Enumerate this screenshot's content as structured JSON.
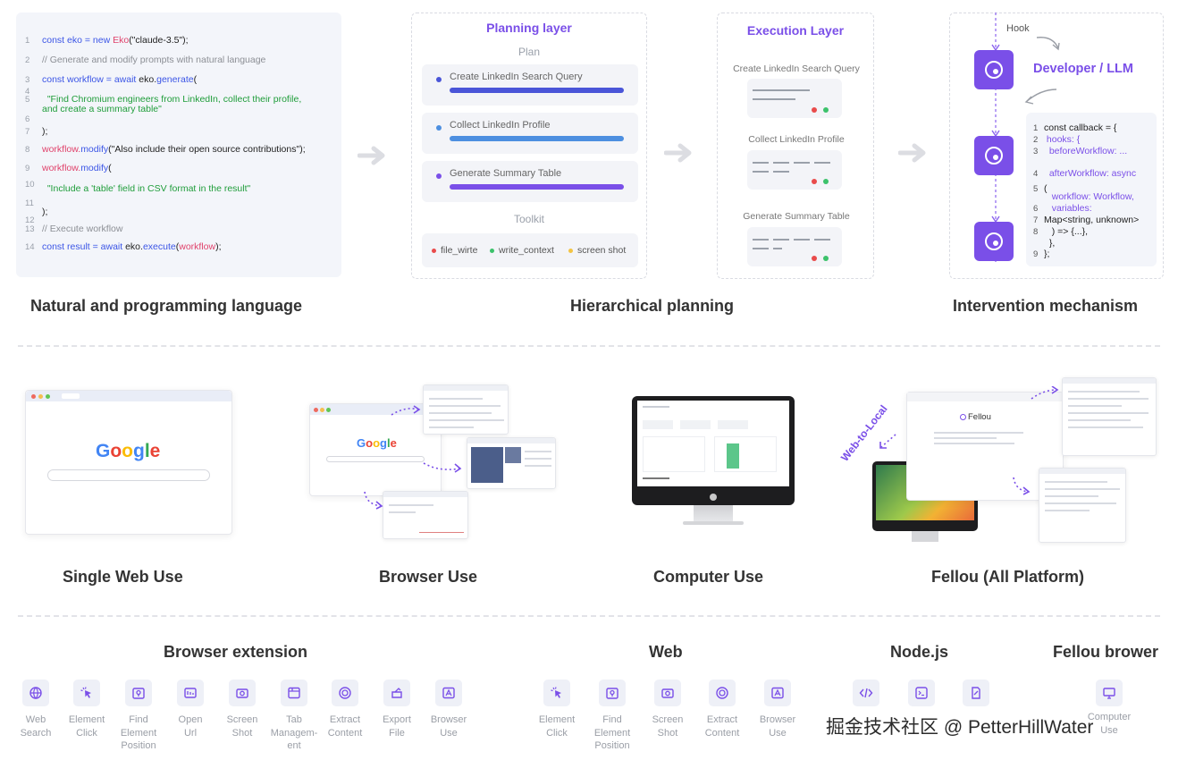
{
  "code_panel": {
    "lines": [
      {
        "n": "1",
        "parts": [
          {
            "t": "const eko = new ",
            "c": "blue"
          },
          {
            "t": "Eko",
            "c": "red"
          },
          {
            "t": "(\"claude-3.5\");",
            "c": "dark"
          }
        ]
      },
      {
        "n": "2",
        "parts": [
          {
            "t": "// Generate and modify prompts with natural language",
            "c": "gray"
          }
        ]
      },
      {
        "n": "3",
        "parts": [
          {
            "t": "const workflow = await ",
            "c": "blue"
          },
          {
            "t": "eko.",
            "c": "dark"
          },
          {
            "t": "generate",
            "c": "blue"
          },
          {
            "t": "(",
            "c": "dark"
          }
        ]
      },
      {
        "n": "4",
        "parts": []
      },
      {
        "n": "5",
        "parts": [
          {
            "t": "  \"Find Chromium engineers from LinkedIn, collect their profile,",
            "c": "green"
          }
        ]
      },
      {
        "n": "",
        "parts": [
          {
            "t": "and create a summary table\"",
            "c": "green"
          }
        ]
      },
      {
        "n": "6",
        "parts": []
      },
      {
        "n": "7",
        "parts": [
          {
            "t": ");",
            "c": "dark"
          }
        ]
      },
      {
        "n": "8",
        "parts": [
          {
            "t": "workflow.",
            "c": "red"
          },
          {
            "t": "modify",
            "c": "blue"
          },
          {
            "t": "(\"Also include their open source contributions\");",
            "c": "dark"
          }
        ]
      },
      {
        "n": "9",
        "parts": [
          {
            "t": "workflow.",
            "c": "red"
          },
          {
            "t": "modify",
            "c": "blue"
          },
          {
            "t": "(",
            "c": "dark"
          }
        ]
      },
      {
        "n": "10",
        "parts": []
      },
      {
        "n": "",
        "parts": [
          {
            "t": "  \"Include a 'table' field in CSV format in the result\"",
            "c": "green"
          }
        ]
      },
      {
        "n": "11",
        "parts": []
      },
      {
        "n": "",
        "parts": [
          {
            "t": ");",
            "c": "dark"
          }
        ]
      },
      {
        "n": "12",
        "parts": []
      },
      {
        "n": "13",
        "parts": [
          {
            "t": "// Execute workflow",
            "c": "gray"
          }
        ]
      },
      {
        "n": "14",
        "parts": [
          {
            "t": "const result = await ",
            "c": "blue"
          },
          {
            "t": "eko.",
            "c": "dark"
          },
          {
            "t": "execute",
            "c": "blue"
          },
          {
            "t": "(",
            "c": "dark"
          },
          {
            "t": "workflow",
            "c": "red"
          },
          {
            "t": ");",
            "c": "dark"
          }
        ]
      }
    ]
  },
  "planning": {
    "title": "Planning layer",
    "plan_label": "Plan",
    "items": [
      {
        "label": "Create LinkedIn Search Query",
        "dot": "#4a55d8",
        "bar": "#4a55d8"
      },
      {
        "label": "Collect LinkedIn Profile",
        "dot": "#4d8fe0",
        "bar": "#4d8fe0"
      },
      {
        "label": "Generate Summary Table",
        "dot": "#7a4fe8",
        "bar": "#7a4fe8"
      }
    ],
    "toolkit_label": "Toolkit",
    "toolkit": [
      {
        "label": "file_wirte",
        "color": "#e94b4b"
      },
      {
        "label": "write_context",
        "color": "#3cc26b"
      },
      {
        "label": "screen shot",
        "color": "#f3c443"
      }
    ]
  },
  "execution": {
    "title": "Execution Layer",
    "items": [
      "Create LinkedIn Search Query",
      "Collect LinkedIn Profile",
      "Generate Summary Table"
    ]
  },
  "intervention": {
    "hook_label": "Hook",
    "role_label": "Developer / LLM",
    "callback_lines": [
      {
        "n": "1",
        "t": "const callback = {",
        "c": "dark"
      },
      {
        "n": "2",
        "t": " hooks: {",
        "c": "purple"
      },
      {
        "n": "3",
        "t": "  beforeWorkflow: ...",
        "c": "purple"
      },
      {
        "n": "4",
        "t": "  afterWorkflow: async",
        "c": "purple"
      },
      {
        "n": "5",
        "t": "(",
        "c": "dark"
      },
      {
        "n": "",
        "t": "   workflow: Workflow,",
        "c": "purple"
      },
      {
        "n": "6",
        "t": "   variables:",
        "c": "purple"
      },
      {
        "n": "7",
        "t": "Map<string, unknown>",
        "c": "dark"
      },
      {
        "n": "8",
        "t": "   ) => {...},",
        "c": "dark"
      },
      {
        "n": "",
        "t": "  },",
        "c": "dark"
      },
      {
        "n": "9",
        "t": "};",
        "c": "dark"
      }
    ]
  },
  "captions": {
    "natural": "Natural and programming language",
    "hierarchical": "Hierarchical planning",
    "intervention": "Intervention mechanism",
    "single_web": "Single Web Use",
    "browser_use": "Browser Use",
    "computer_use": "Computer Use",
    "fellou": "Fellou (All Platform)"
  },
  "illustrations": {
    "google": [
      "G",
      "o",
      "o",
      "g",
      "l",
      "e"
    ],
    "fellou_brand": "Fellou",
    "web_to_local": "Web-to-Local"
  },
  "bottom": {
    "groups": {
      "browser_extension": "Browser extension",
      "web": "Web",
      "nodejs": "Node.js",
      "fellou_browser": "Fellou brower"
    },
    "browser_extension_tools": [
      {
        "icon": "globe-icon",
        "label": "Web\nSearch"
      },
      {
        "icon": "cursor-click-icon",
        "label": "Element\nClick"
      },
      {
        "icon": "find-element-icon",
        "label": "Find\nElement\nPosition"
      },
      {
        "icon": "open-url-icon",
        "label": "Open\nUrl"
      },
      {
        "icon": "screenshot-icon",
        "label": "Screen\nShot"
      },
      {
        "icon": "tab-icon",
        "label": "Tab\nManagem-\nent"
      },
      {
        "icon": "extract-icon",
        "label": "Extract\nContent"
      },
      {
        "icon": "export-file-icon",
        "label": "Export\nFile"
      },
      {
        "icon": "browser-use-icon",
        "label": "Browser\nUse"
      }
    ],
    "web_tools": [
      {
        "icon": "cursor-click-icon",
        "label": "Element\nClick"
      },
      {
        "icon": "find-element-icon",
        "label": "Find\nElement\nPosition"
      },
      {
        "icon": "screenshot-icon",
        "label": "Screen\nShot"
      },
      {
        "icon": "extract-icon",
        "label": "Extract\nContent"
      },
      {
        "icon": "browser-use-icon",
        "label": "Browser\nUse"
      }
    ],
    "nodejs_tools": [
      {
        "icon": "code-icon",
        "label": ""
      },
      {
        "icon": "command-icon",
        "label": ""
      },
      {
        "icon": "file-edit-icon",
        "label": ""
      }
    ],
    "fellou_tools": [
      {
        "icon": "computer-use-icon",
        "label": "Computer Use"
      }
    ]
  },
  "watermark": "掘金技术社区 @ PetterHillWater"
}
